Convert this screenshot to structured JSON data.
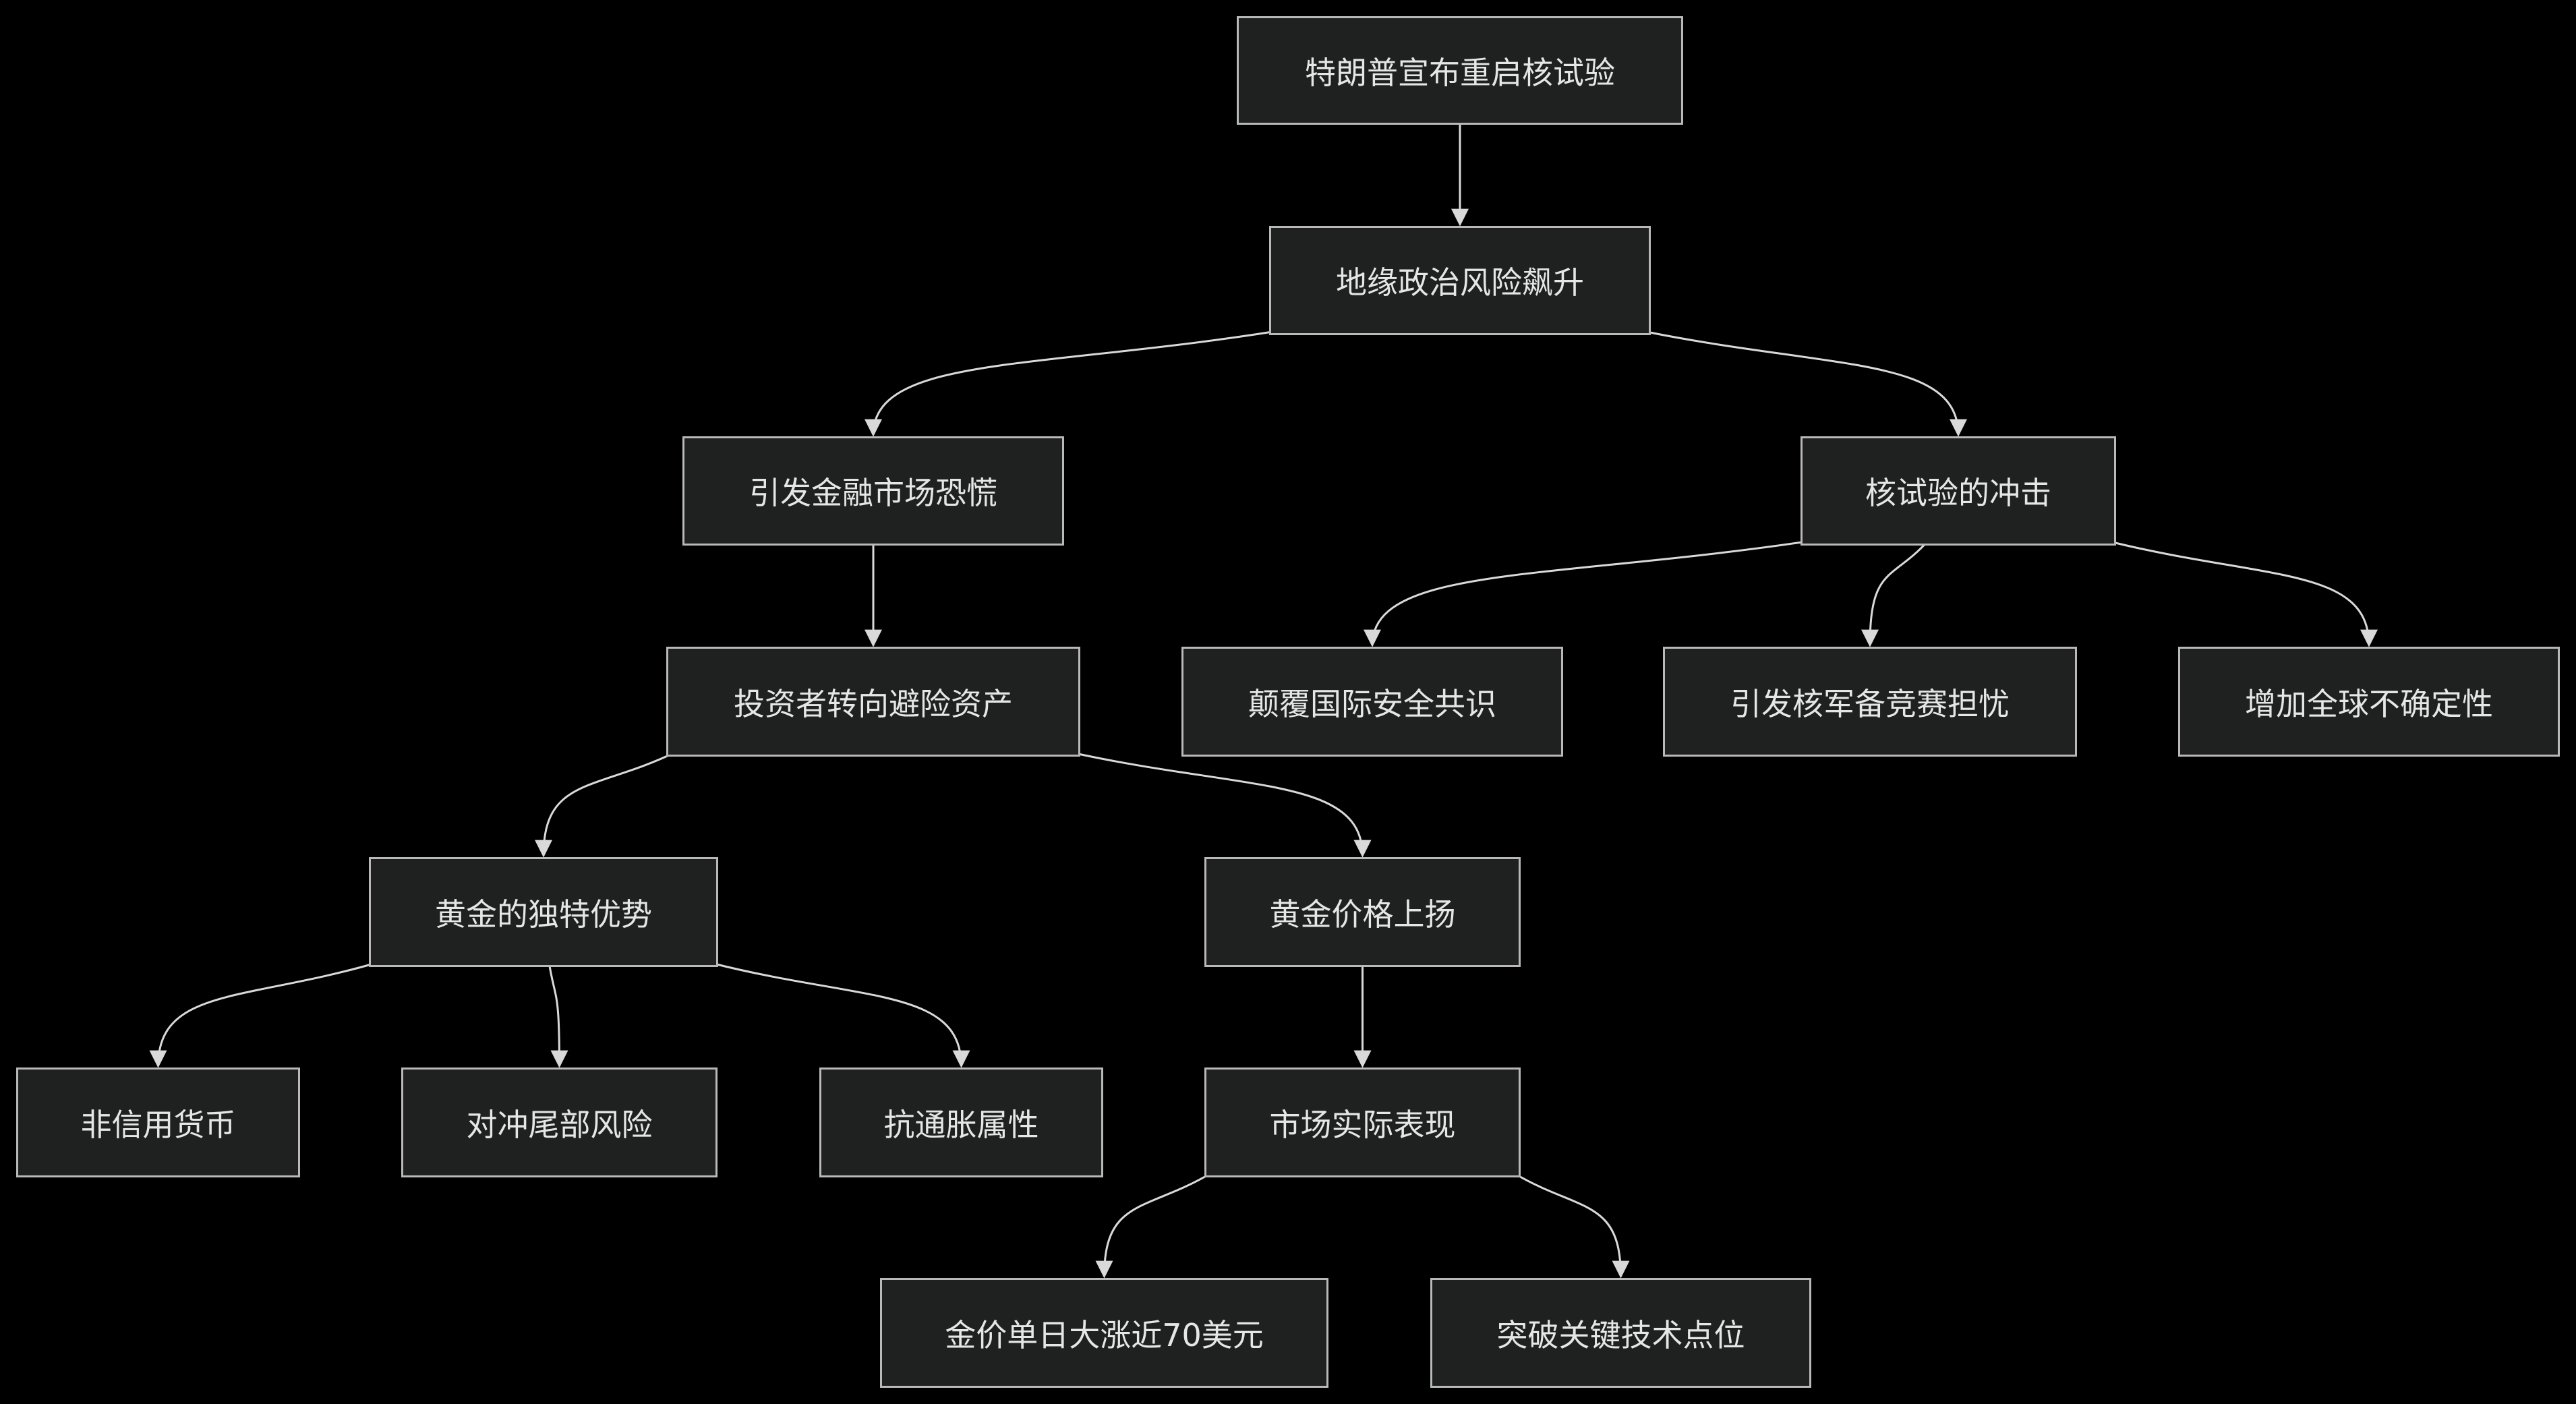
{
  "diagram": {
    "colors": {
      "background": "#000000",
      "node_fill": "#1f2020",
      "node_border": "#b9b9b9",
      "text": "#e6e6e6",
      "edge": "#d9d9d9"
    },
    "nodes": [
      {
        "id": "n1",
        "label": "特朗普宣布重启核试验"
      },
      {
        "id": "n2",
        "label": "地缘政治风险飙升"
      },
      {
        "id": "n3",
        "label": "引发金融市场恐慌"
      },
      {
        "id": "n4",
        "label": "核试验的冲击"
      },
      {
        "id": "n5",
        "label": "投资者转向避险资产"
      },
      {
        "id": "n6",
        "label": "颠覆国际安全共识"
      },
      {
        "id": "n7",
        "label": "引发核军备竞赛担忧"
      },
      {
        "id": "n8",
        "label": "增加全球不确定性"
      },
      {
        "id": "n9",
        "label": "黄金的独特优势"
      },
      {
        "id": "n10",
        "label": "黄金价格上扬"
      },
      {
        "id": "n11",
        "label": "非信用货币"
      },
      {
        "id": "n12",
        "label": "对冲尾部风险"
      },
      {
        "id": "n13",
        "label": "抗通胀属性"
      },
      {
        "id": "n14",
        "label": "市场实际表现"
      },
      {
        "id": "n15",
        "label": "金价单日大涨近70美元"
      },
      {
        "id": "n16",
        "label": "突破关键技术点位"
      }
    ],
    "edges": [
      {
        "from": "n1",
        "to": "n2"
      },
      {
        "from": "n2",
        "to": "n3"
      },
      {
        "from": "n2",
        "to": "n4"
      },
      {
        "from": "n3",
        "to": "n5"
      },
      {
        "from": "n4",
        "to": "n6"
      },
      {
        "from": "n4",
        "to": "n7"
      },
      {
        "from": "n4",
        "to": "n8"
      },
      {
        "from": "n5",
        "to": "n9"
      },
      {
        "from": "n5",
        "to": "n10"
      },
      {
        "from": "n9",
        "to": "n11"
      },
      {
        "from": "n9",
        "to": "n12"
      },
      {
        "from": "n9",
        "to": "n13"
      },
      {
        "from": "n10",
        "to": "n14"
      },
      {
        "from": "n14",
        "to": "n15"
      },
      {
        "from": "n14",
        "to": "n16"
      }
    ]
  }
}
